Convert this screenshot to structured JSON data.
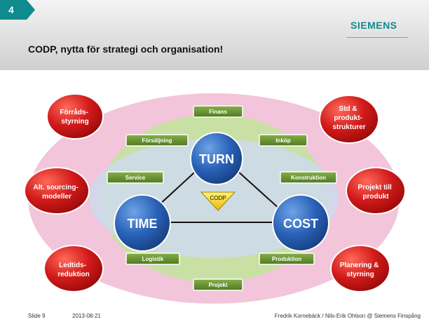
{
  "slide": {
    "number": "4",
    "title": "CODP, nytta för strategi och organisation!",
    "logo": "SIEMENS"
  },
  "diagram": {
    "center": {
      "turn": "TURN",
      "time": "TIME",
      "cost": "COST",
      "codp": "CODP"
    },
    "green_boxes": {
      "finans": "Finans",
      "forsaljning": "Försäljning",
      "inkop": "Inköp",
      "service": "Service",
      "konstruktion": "Konstruktion",
      "logistik": "Logistik",
      "produktion": "Produktion",
      "projekt": "Projekt"
    },
    "red_circles": {
      "forradsstyrning": [
        "Förråds-",
        "styrning"
      ],
      "std": [
        "Std &",
        "produkt-",
        "strukturer"
      ],
      "alt_sourcing": [
        "Alt. sourcing-",
        "modeller"
      ],
      "projekt_till_produkt": [
        "Projekt till",
        "produkt"
      ],
      "ledtidsreduktion": [
        "Ledtids-",
        "reduktion"
      ],
      "planering": [
        "Planering &",
        "styrning"
      ]
    }
  },
  "footer": {
    "slide_label": "Slide 9",
    "date": "2013-08-21",
    "authors": "Fredrik Kornebäck / Nils-Erik Ohlson @ Siemens Finspång"
  },
  "colors": {
    "header_tab": "#0f8a8f",
    "logo": "#0f8a8f",
    "blue_circle": "#2a62b8",
    "red_circle": "#d21a1a",
    "green_box": "#5d8a2a",
    "pink_ellipse": "#f2c5da",
    "green_ellipse": "#c9e0a4",
    "blue_ellipse": "#cdd9ea",
    "codp_triangle": "#f2d21b"
  }
}
